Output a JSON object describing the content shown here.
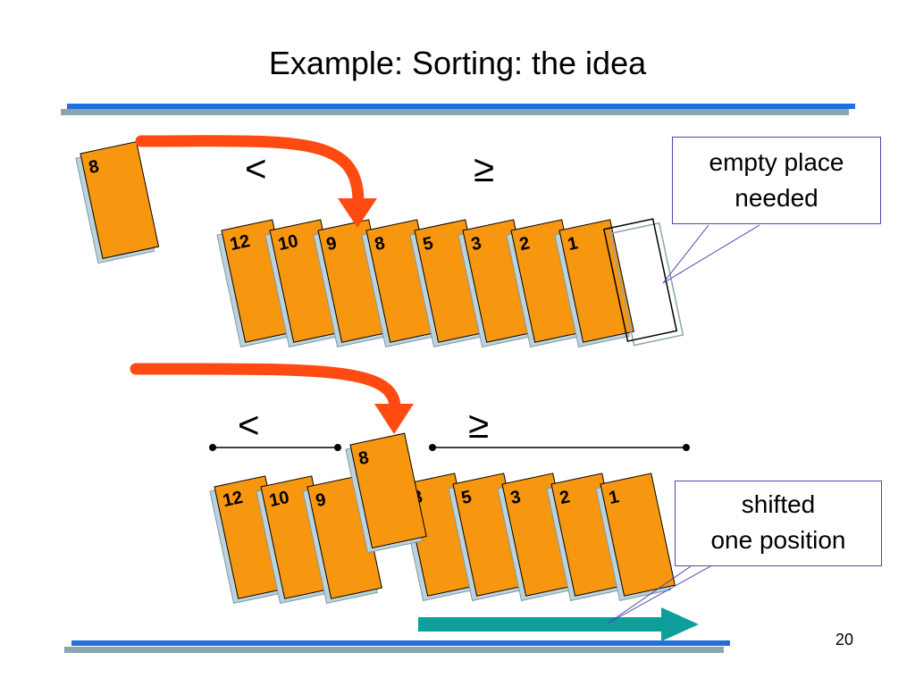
{
  "slide": {
    "title": "Example: Sorting: the idea",
    "page_number": "20"
  },
  "top_row": {
    "moving_card": "8",
    "cards": [
      "12",
      "10",
      "9",
      "8",
      "5",
      "3",
      "2",
      "1"
    ],
    "less_symbol": "<",
    "geq_symbol": "≥"
  },
  "bottom_row": {
    "inserted_card": "8",
    "left_cards": [
      "12",
      "10",
      "9"
    ],
    "right_cards": [
      "8",
      "5",
      "3",
      "2",
      "1"
    ],
    "less_symbol": "<",
    "geq_symbol": "≥"
  },
  "callouts": {
    "empty_place": [
      "empty place",
      "needed"
    ],
    "shifted": [
      "shifted",
      "one position"
    ]
  },
  "colors": {
    "card_fill": "#f7960f",
    "card_shadow": "#bdd3dc",
    "arrow_red": "#ff4a12",
    "arrow_teal": "#0f9f9a",
    "rule_blue": "#1f6fe0",
    "rule_gray": "#8aa6ad"
  }
}
